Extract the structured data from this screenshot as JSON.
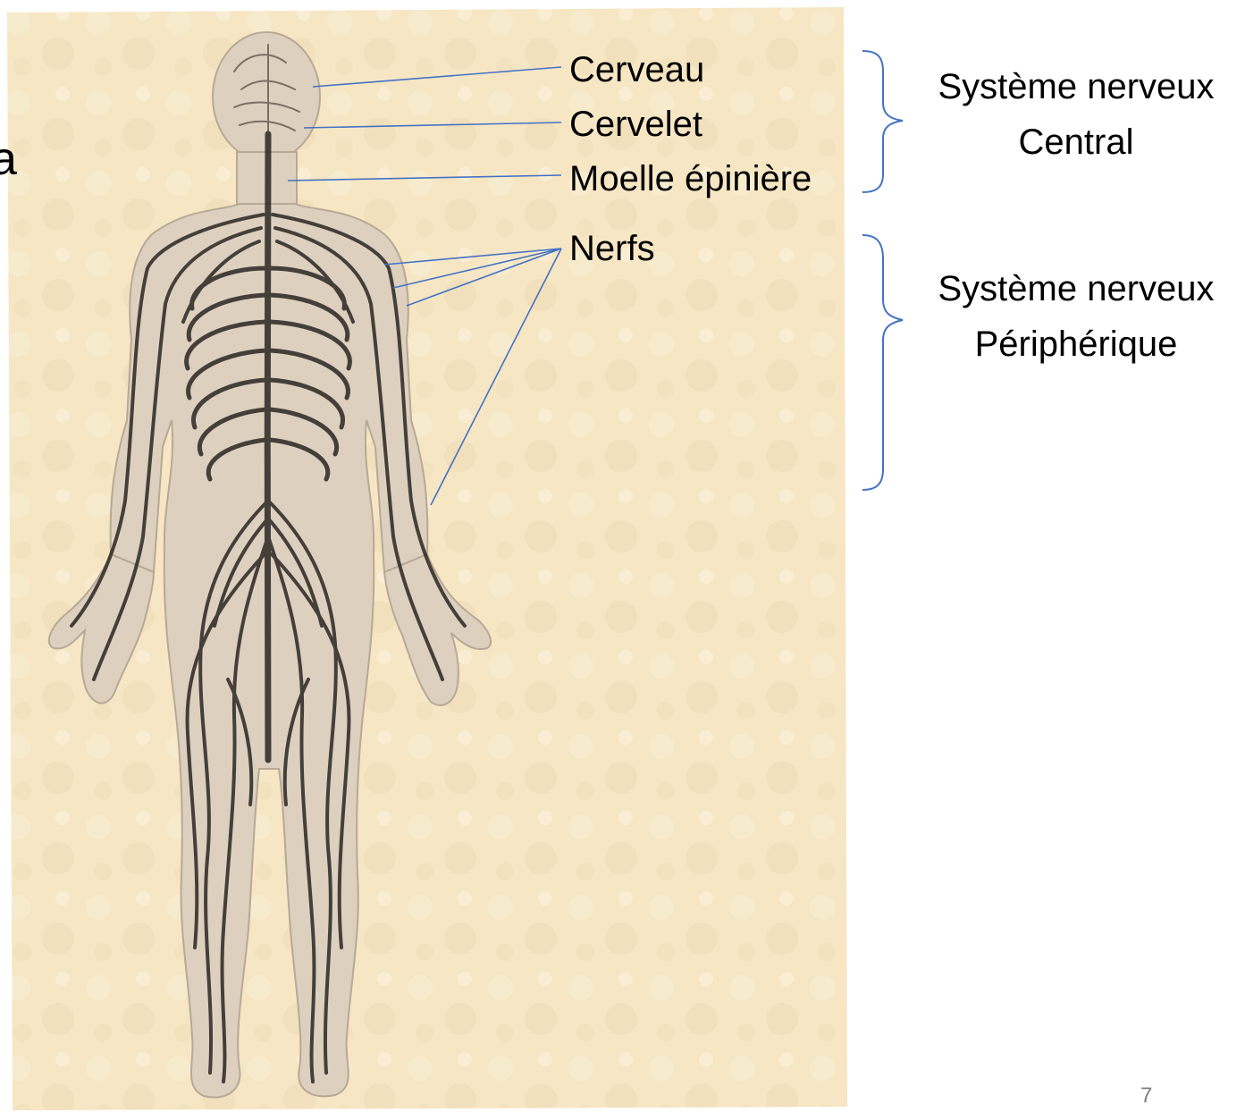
{
  "labels": {
    "brain": "Cerveau",
    "cerebellum": "Cervelet",
    "spinal_cord": "Moelle épinière",
    "nerves": "Nerfs"
  },
  "groups": {
    "central": {
      "line1": "Système nerveux",
      "line2": "Central"
    },
    "peripheral": {
      "line1": "Système nerveux",
      "line2": "Périphérique"
    }
  },
  "page_number": "7",
  "stray_char": "a",
  "colors": {
    "leader_lines": "#4472c4",
    "background_paper": "#f7e8c8",
    "body_fill": "#dccfbe",
    "nerve_color": "#2b2623"
  },
  "illustration": "human-nervous-system-figure"
}
